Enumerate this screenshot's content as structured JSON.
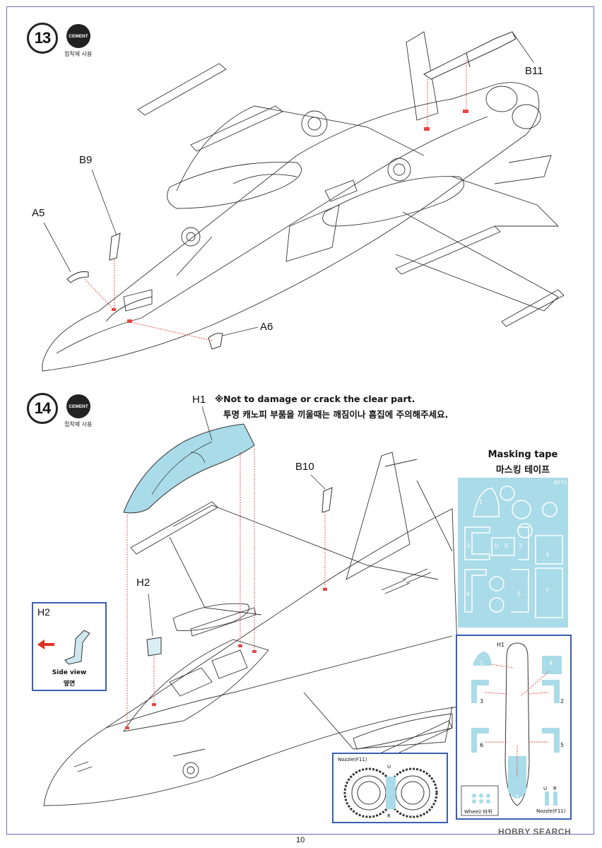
{
  "steps": {
    "step13": {
      "number": "13",
      "cement_label": "CEMENT",
      "cement_note": "접착제 사용",
      "parts": {
        "b11": "B11",
        "b9": "B9",
        "a5": "A5",
        "a6": "A6"
      }
    },
    "step14": {
      "number": "14",
      "cement_label": "CEMENT",
      "cement_note": "접착제 사용",
      "parts": {
        "h1": "H1",
        "h2": "H2",
        "b10": "B10"
      },
      "warning_en": "※Not to damage or crack the clear part.",
      "warning_ko": "투명 캐노피 부품을 끼울때는 깨짐이나 흠집에 주의해주세요."
    }
  },
  "h2_inset": {
    "title": "H2",
    "caption_en": "Side view",
    "caption_ko": "옆면"
  },
  "masking_tape": {
    "title_en": "Masking tape",
    "title_ko": "마스킹 테이프",
    "sheet_code": "B571",
    "piece_numbers": [
      "1",
      "2",
      "3",
      "4",
      "5",
      "6",
      "7"
    ],
    "sheet_marks": {
      "u": "U",
      "r": "R"
    }
  },
  "canopy_inset": {
    "part_label": "H1",
    "numbers": [
      "1",
      "2",
      "3",
      "4",
      "5",
      "6",
      "7"
    ],
    "wheel_label": "Wheel/ 바퀴",
    "nozzle_label": "Nozzle(F11)",
    "marks": {
      "u": "U",
      "r": "R"
    }
  },
  "nozzle_inset": {
    "title": "Nozzle(F11)",
    "marks": {
      "u": "U",
      "r": "R"
    }
  },
  "footer": {
    "page_number": "10",
    "brand": "HOBBY SEARCH"
  },
  "colors": {
    "frame": "#6b6bb0",
    "inset_border": "#3a5fb0",
    "clear_part": "#a9dbe8",
    "tape": "#a9dbe8",
    "guide_line": "#e64545",
    "arrow": "#e0301e"
  }
}
